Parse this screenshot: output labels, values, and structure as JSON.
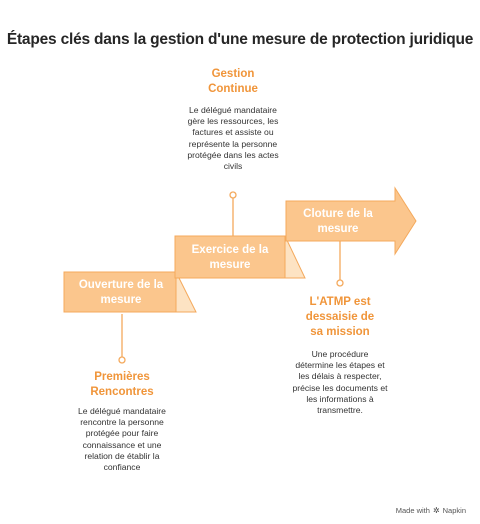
{
  "title": "Étapes clés dans la gestion d'une mesure de protection juridique",
  "steps": [
    {
      "label": "Ouverture de la mesure",
      "heading": "Premières Rencontres",
      "description": "Le délégué mandataire rencontre la personne protégée pour faire connaissance et une relation de établir la confiance"
    },
    {
      "label": "Exercice de la mesure",
      "heading": "Gestion Continue",
      "description": "Le délégué mandataire gère les ressources, les factures et assiste ou représente la personne protégée dans les actes civils"
    },
    {
      "label": "Cloture de la mesure",
      "heading": "L'ATMP est dessaisie de sa mission",
      "description": "Une procédure détermine les étapes et les délais à respecter, précise les documents et les informations à transmettre."
    }
  ],
  "footer": {
    "made_with": "Made with",
    "brand": "Napkin",
    "logo_icon": "napkin-logo-icon"
  },
  "colors": {
    "fill": "#fbc68d",
    "fold": "#fde3c3",
    "edge": "#f4a95c",
    "heading": "#f0953a"
  }
}
